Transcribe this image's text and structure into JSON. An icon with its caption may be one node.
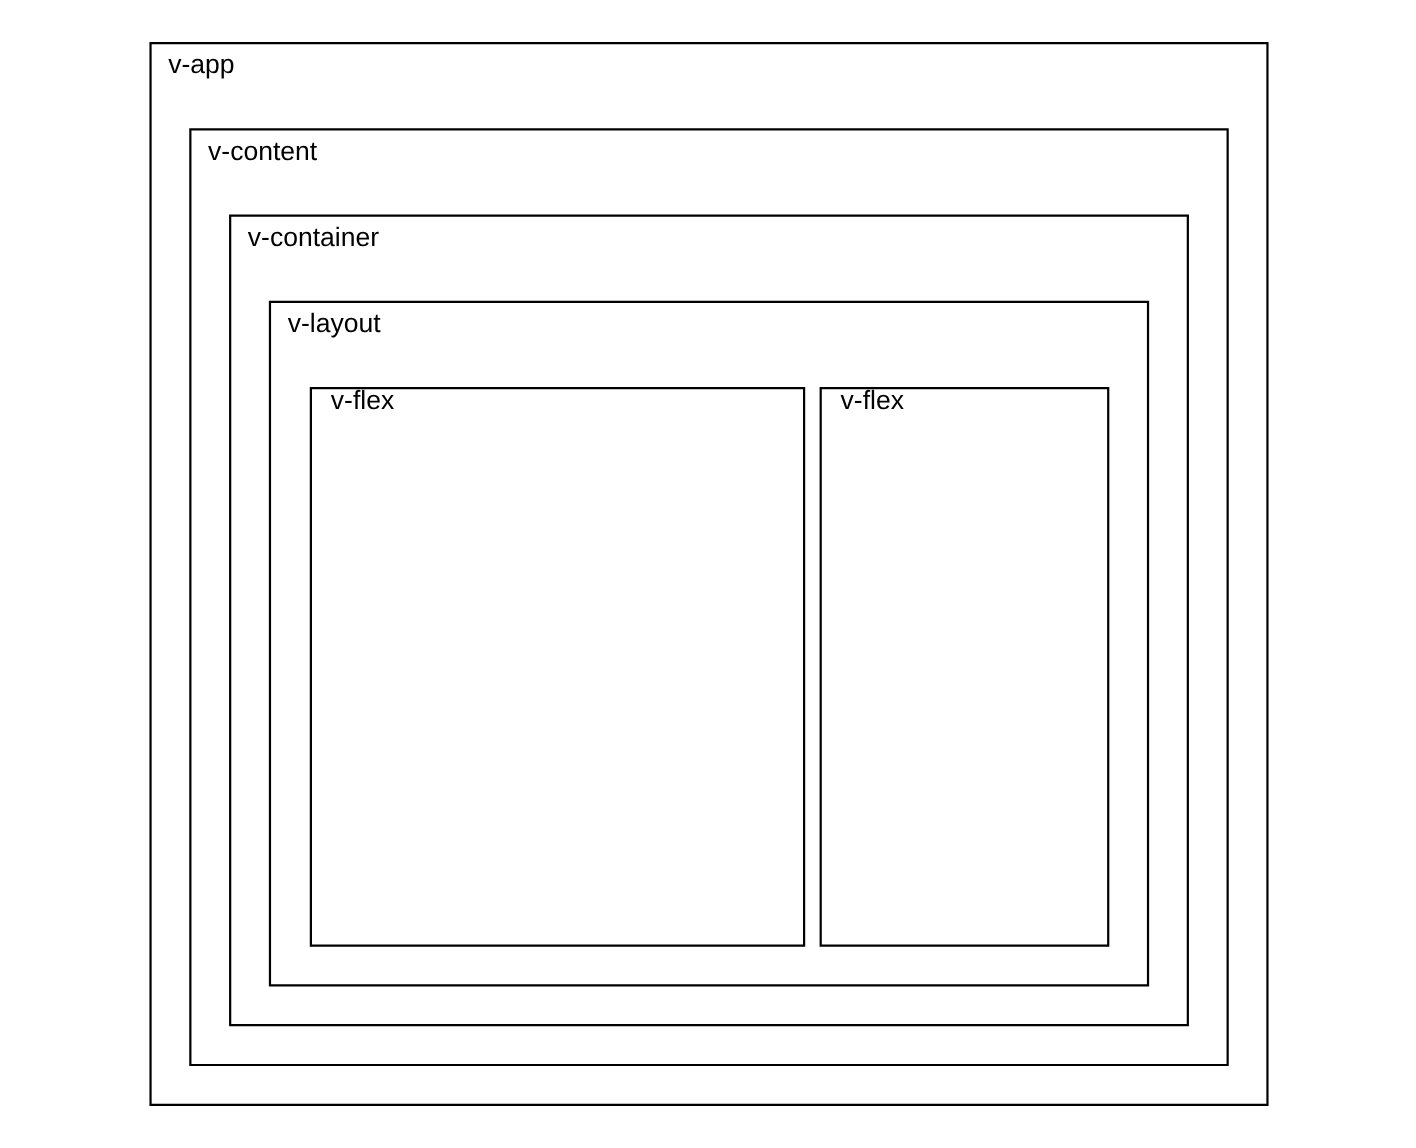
{
  "diagram": {
    "nodes": [
      {
        "text": [
          "v-app"
        ]
      },
      {
        "text": [
          "v-content"
        ],
        "in": 0
      },
      {
        "text": [
          "v-container"
        ],
        "in": 1
      },
      {
        "text": [
          "v-layout"
        ],
        "in": 2
      },
      {
        "text": [
          "v-flex"
        ],
        "in": 3
      },
      {
        "text": [
          "v-flex"
        ],
        "in": 3
      }
    ]
  }
}
